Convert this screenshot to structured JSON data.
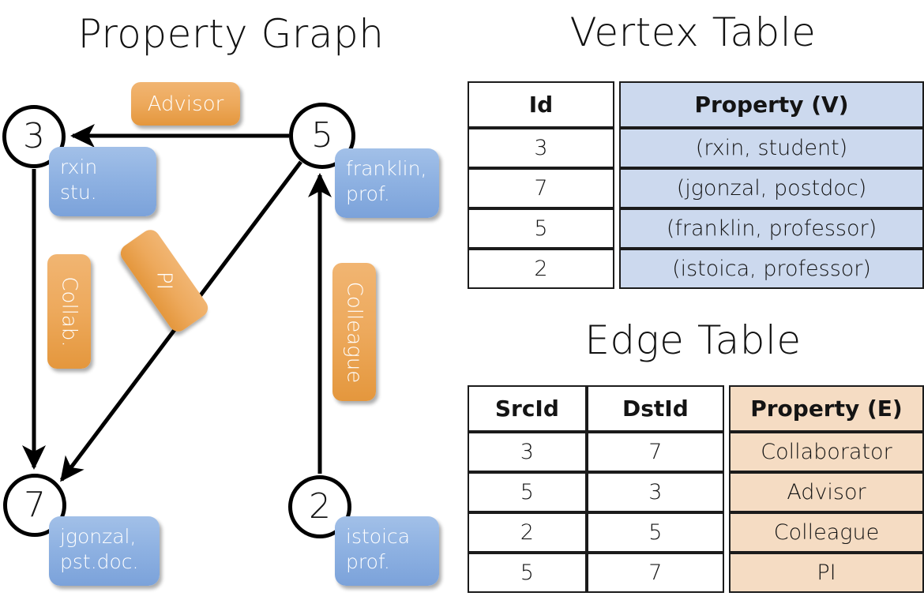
{
  "titles": {
    "property_graph": "Property Graph",
    "vertex_table": "Vertex Table",
    "edge_table": "Edge Table"
  },
  "colors": {
    "vertex_property_fill": "#ccd9ee",
    "edge_property_fill": "#f5dcc3",
    "node_box_blue": "#8fb2e2",
    "edge_label_orange": "#eda95c",
    "stroke": "#1b1b1b"
  },
  "graph": {
    "nodes": [
      {
        "id": "3",
        "prop_line1": "rxin",
        "prop_line2": "stu."
      },
      {
        "id": "5",
        "prop_line1": "franklin,",
        "prop_line2": "prof."
      },
      {
        "id": "7",
        "prop_line1": "jgonzal,",
        "prop_line2": "pst.doc."
      },
      {
        "id": "2",
        "prop_line1": "istoica",
        "prop_line2": "prof."
      }
    ],
    "edge_labels": [
      {
        "name": "advisor",
        "text": "Advisor"
      },
      {
        "name": "collab",
        "text": "Collab."
      },
      {
        "name": "pi",
        "text": "PI"
      },
      {
        "name": "colleague",
        "text": "Colleague"
      }
    ]
  },
  "vertex_table": {
    "headers": [
      "Id",
      "Property (V)"
    ],
    "rows": [
      {
        "id": "3",
        "property": "(rxin, student)"
      },
      {
        "id": "7",
        "property": "(jgonzal, postdoc)"
      },
      {
        "id": "5",
        "property": "(franklin, professor)"
      },
      {
        "id": "2",
        "property": "(istoica, professor)"
      }
    ]
  },
  "edge_table": {
    "headers": [
      "SrcId",
      "DstId",
      "Property (E)"
    ],
    "rows": [
      {
        "src": "3",
        "dst": "7",
        "property": "Collaborator"
      },
      {
        "src": "5",
        "dst": "3",
        "property": "Advisor"
      },
      {
        "src": "2",
        "dst": "5",
        "property": "Colleague"
      },
      {
        "src": "5",
        "dst": "7",
        "property": "PI"
      }
    ]
  }
}
